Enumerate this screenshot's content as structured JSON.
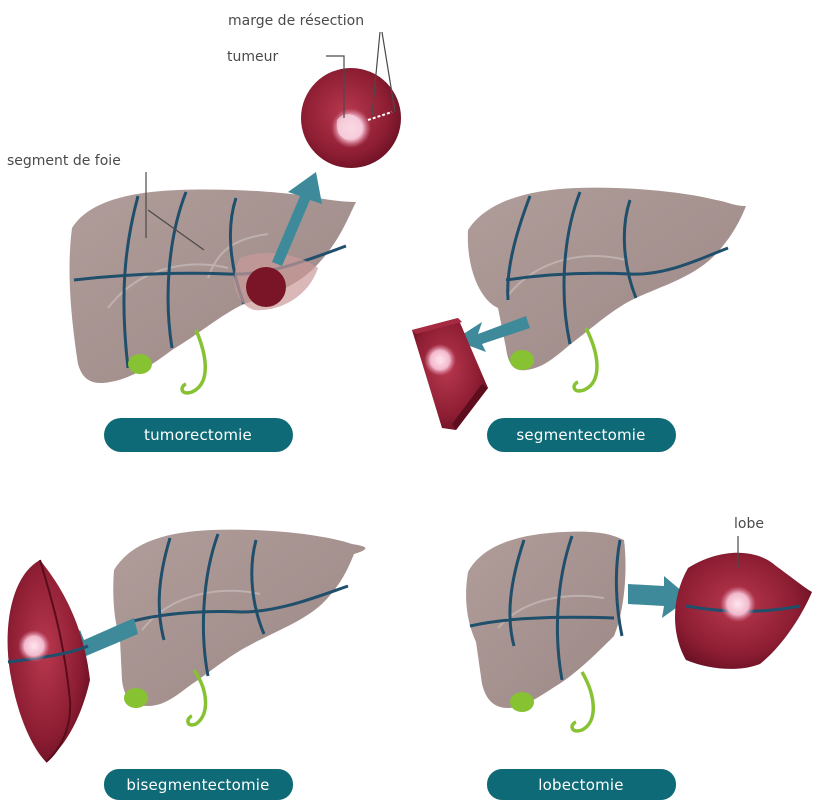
{
  "annotations": {
    "margin_label": "marge de résection",
    "tumor_label": "tumeur",
    "segment_label": "segment de foie",
    "lobe_label": "lobe"
  },
  "procedures": [
    {
      "label": "tumorectomie"
    },
    {
      "label": "segmentectomie"
    },
    {
      "label": "bisegmentectomie"
    },
    {
      "label": "lobectomie"
    }
  ],
  "colors": {
    "liver": "#a99592",
    "liver_shade": "#9a8684",
    "segment_line": "#1f4f6b",
    "tissue": "#8e1e33",
    "tissue_dark": "#6a1024",
    "tumor": "#f2c0d0",
    "arrow": "#3f8a9a",
    "gallbladder": "#86c232",
    "duct": "#86c232",
    "pill": "#0e6a76"
  }
}
